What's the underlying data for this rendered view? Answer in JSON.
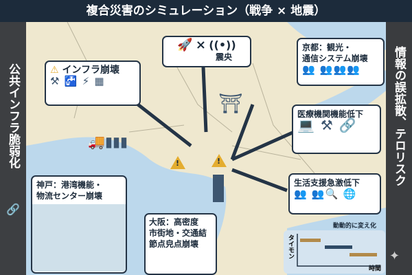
{
  "title": "複合災害のシミュレーション（戦争 × 地震）",
  "left_sidebar": "公共インフラ脆弱化",
  "right_sidebar": "情報の誤拡散、テロリスク",
  "epicenter_box": {
    "cross": "×",
    "label": "震央"
  },
  "infra_box": {
    "title": "インフラ崩壊"
  },
  "kyoto_box": {
    "line1": "京都：観光・",
    "line2": "通信システム崩壊"
  },
  "medical_box": {
    "title": "医療機関機能低下"
  },
  "life_box": {
    "title": "生活支援急激低下"
  },
  "kobe_box": {
    "line1": "神戸：港湾機能・",
    "line2": "物流センター崩壊"
  },
  "osaka_box": {
    "line1": "大阪：高密度",
    "line2": "市街地・交通結",
    "line3": "節点皃点崩壊"
  },
  "timeline": {
    "caption": "動動的に変え化",
    "ylabel": "タイモン",
    "xlabel": "時間"
  },
  "colors": {
    "navy": "#1c2b3b",
    "water": "#bcd8ec",
    "land": "#efe8cf",
    "warning": "#e4ad2f"
  }
}
